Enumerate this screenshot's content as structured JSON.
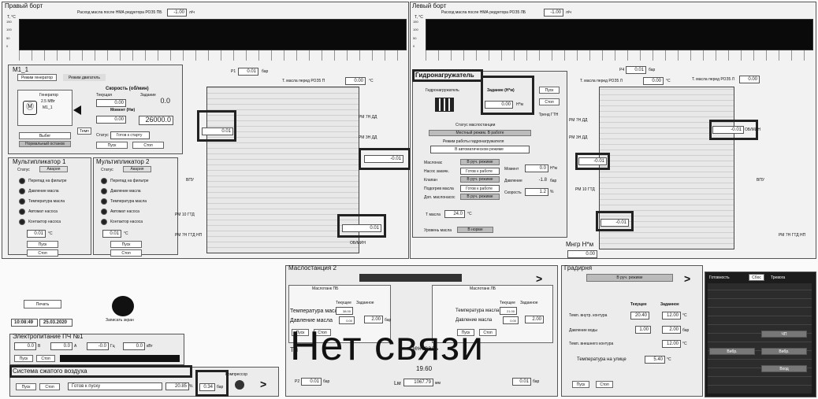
{
  "right_side": {
    "title": "Правый борт",
    "flow_label": "Расход масла после НМА редуктора РОЗ5 ПБ",
    "flow_value": "-1.00",
    "flow_unit": "л/ч",
    "p1_label": "P1",
    "p1_value": "0.01",
    "p1_unit": "бар",
    "t_label": "Т. масла перед РОЗ5 П",
    "t_value": "0.00",
    "t_unit": "°C",
    "box1": "0.01",
    "box2": "-0.01",
    "box3": "0.01",
    "rpm_label": "ОБ/МИН"
  },
  "left_side": {
    "title": "Левый борт",
    "flow_label": "Расход масла после НМА редуктора РОЗ5 ЛБ",
    "flow_value": "-1.00",
    "flow_unit": "л/ч",
    "p4_label": "P4",
    "p4_value": "0.01",
    "p4_unit": "бар",
    "t_label": "Т. масла перед РОЗ5 Л",
    "t_value": "0.00",
    "t_unit": "°C",
    "t2_label": "Т. масла перед РОЗ5 Л",
    "t2_value": "0.00",
    "box1": "-0.01",
    "box2": "-0.01",
    "box3": "-0.01",
    "rpm_label": "ОБ/МИН"
  },
  "chart_axis": {
    "y_label": "T, °C",
    "y_ticks": [
      "150",
      "100",
      "50",
      "0"
    ]
  },
  "m1": {
    "title": "M1_1",
    "tab_gen": "Режим генератор",
    "tab_eng": "Режим двигатель",
    "gen_label": "Генератор",
    "gen_power": "2.5 МВт",
    "gen_id": "M1_1",
    "speed_label": "Скорость (об/мин)",
    "current_label": "Текущая",
    "setpoint_label": "Задание",
    "speed_cur": "0.00",
    "speed_set": "0.0",
    "torque_label": "Момент (Нм)",
    "torque_cur": "0.00",
    "torque_set": "26000.0",
    "temp_btn": "Темп",
    "status_label": "Статус",
    "status_value": "Готов к старту",
    "select_btn": "Выбег",
    "normal_stop": "Нормальный останов",
    "start_btn": "Пуск",
    "stop_btn": "Стоп"
  },
  "mult1": {
    "title": "Мультипликатор 1",
    "status_label": "Статус",
    "status_value": "Авария",
    "items": [
      "Перепад на фильтре",
      "Давление масла",
      "Температура масла",
      "Автомат насоса",
      "Контактор насоса"
    ],
    "temp_value": "0.01",
    "temp_unit": "°C",
    "start_btn": "Пуск",
    "stop_btn": "Стоп"
  },
  "mult2": {
    "title": "Мультипликатор 2",
    "status_label": "Статус",
    "status_value": "Авария",
    "items": [
      "Перепад на фильтре",
      "Давление масла",
      "Температура масла",
      "Автомат насоса",
      "Контактор насоса"
    ],
    "temp_value": "0.01",
    "temp_unit": "°C",
    "start_btn": "Пуск",
    "stop_btn": "Стоп"
  },
  "hydro": {
    "title": "Гидронагружатель",
    "sub_label": "Гидронагружатель",
    "setpoint_label": "Задание (Н*м)",
    "setpoint_value": "0.00",
    "setpoint_unit": "Н*м",
    "start_btn": "Пуск",
    "stop_btn": "Стоп",
    "trend_btn": "Тренд ГТН",
    "station_status_label": "Статус маслостанции",
    "station_status": "Местный режим. В работе",
    "mode_label": "Режим работы гидронагружателя",
    "mode_value": "В автоматическом режиме",
    "rows": [
      {
        "name": "Маслонас",
        "value": "В руч. режиме"
      },
      {
        "name": "Насос закачк.",
        "value": "Готов к работе"
      },
      {
        "name": "Клапан",
        "value": "В руч. режиме"
      },
      {
        "name": "Подогрев масла",
        "value": "Готов к работе"
      },
      {
        "name": "Доп. маслонасос",
        "value": "В руч. режиме"
      }
    ],
    "moment_label": "Момент",
    "moment_value": "0.0",
    "moment_unit": "Н*м",
    "pressure_label": "Давление",
    "pressure_value": "-1.8",
    "pressure_unit": "бар",
    "speed_label": "Скорость",
    "speed_value": "1.2",
    "speed_unit": "%",
    "t_oil_label": "Т масла",
    "t_oil_value": "24.0",
    "t_oil_unit": "°C",
    "level_label": "Уровень масла",
    "level_value": "В норме",
    "mmgr_label": "Мнгр Н*м",
    "mmgr_value": "0.00"
  },
  "print_btn": "Печать",
  "screen_btn": "Записать экран",
  "clock": {
    "time": "10:08:49",
    "date": "25.03.2020"
  },
  "power": {
    "title": "Электропитание ПЧ №1",
    "v1": "0.0",
    "u1": "В",
    "v2": "0.0",
    "u2": "А",
    "v3": "-0.0",
    "u3": "Гц",
    "v4": "0.0",
    "u4": "кВт",
    "start_btn": "Пуск",
    "stop_btn": "Стоп"
  },
  "air": {
    "title": "Система сжатого воздуха",
    "start_btn": "Пуск",
    "stop_btn": "Стоп",
    "status": "Готов к пуску",
    "pct": "20.85",
    "pct_unit": "%",
    "pressure": "0.34",
    "pressure_unit": "бар",
    "compressor": "Компрессор"
  },
  "oil2": {
    "title": "Маслостанция 2",
    "left_title": "Маслотанк ПБ",
    "right_title": "Маслотанк ЛБ",
    "cur_label": "Текущее",
    "set_label": "Заданное",
    "temp_label": "Температура масла",
    "press_label": "Давление масла",
    "l_temp_cur": "38.00",
    "l_temp_set": "",
    "l_press_cur": "0.00",
    "l_press_set": "2.00",
    "r_temp_cur": "21.00",
    "r_temp_set": "",
    "r_press_cur": "0.00",
    "r_press_set": "2.00",
    "unit_bar": "бар",
    "start_btn": "Пуск",
    "stop_btn": "Стоп",
    "p2_label": "P2",
    "p2_value": "0.01",
    "p2_unit": "бар",
    "central_label": "Централь",
    "tm_label": "Тм",
    "lm_label": "Lм",
    "lm_value": "1067.79",
    "lm_unit": "мм",
    "p3_value": "0.01",
    "no_conn": "Нет связи",
    "val_1960": "19.60"
  },
  "gradirnya": {
    "title": "Градирня",
    "mode": "В руч. режиме",
    "cur_label": "Текущее",
    "set_label": "Заданное",
    "inner_label": "Темп. внутр. контура",
    "inner_cur": "20.40",
    "inner_set": "12.00",
    "water_label": "Давление воды",
    "water_cur": "1.00",
    "water_set": "2.00",
    "water_unit": "бар",
    "outer_label": "Темп. внешнего контура",
    "outer_set": "12.00",
    "street_label": "Температура на улице",
    "street_value": "5.40",
    "unit_c": "°C",
    "start_btn": "Пуск",
    "stop_btn": "Стоп"
  },
  "ready": {
    "col1": "Готовность",
    "col2": "Сбос",
    "col3": "Тревога",
    "cells": [
      "ЧП",
      "Вибр.",
      "Вибр.",
      "Вход"
    ]
  },
  "engine_labels": [
    "РМ 7Н ДД",
    "РМ 3Н ДД",
    "РМ 10 ГТД",
    "РМ 7Н ГТД НП",
    "ВПУ"
  ]
}
